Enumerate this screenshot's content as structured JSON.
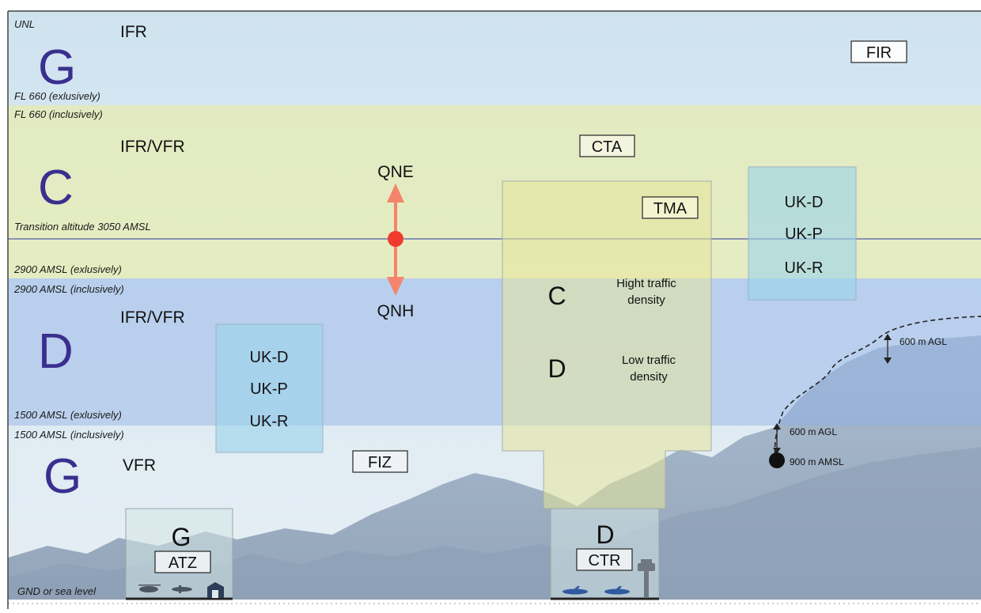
{
  "altitudes": {
    "unl": "UNL",
    "fl660_exclusive": "FL 660 (exlusively)",
    "fl660_inclusive": "FL 660 (inclusively)",
    "transition": "Transition altitude 3050 AMSL",
    "a2900_exclusive": "2900 AMSL (exlusively)",
    "a2900_inclusive": "2900 AMSL (inclusively)",
    "a1500_exclusive": "1500 AMSL (exlusively)",
    "a1500_inclusive": "1500 AMSL (inclusively)",
    "gnd": "GND or sea level"
  },
  "classes": {
    "top": {
      "letter": "G",
      "rules": "IFR"
    },
    "upper": {
      "letter": "C",
      "rules": "IFR/VFR"
    },
    "middle": {
      "letter": "D",
      "rules": "IFR/VFR"
    },
    "lower": {
      "letter": "G",
      "rules": "VFR"
    }
  },
  "labels": {
    "fir": "FIR",
    "cta": "CTA",
    "tma": "TMA",
    "fiz": "FIZ",
    "atz": "ATZ",
    "ctr": "CTR",
    "qne": "QNE",
    "qnh": "QNH"
  },
  "restricted_boxes": {
    "left": [
      "UK-D",
      "UK-P",
      "UK-R"
    ],
    "right": [
      "UK-D",
      "UK-P",
      "UK-R"
    ]
  },
  "tma_zone": {
    "upper_class": "C",
    "upper_desc_1": "Hight traffic",
    "upper_desc_2": "density",
    "lower_class": "D",
    "lower_desc_1": "Low traffic",
    "lower_desc_2": "density"
  },
  "atz_class": "G",
  "ctr_class": "D",
  "terrain": {
    "agl_top": "600 m AGL",
    "agl_low": "600 m AGL",
    "amsl_point": "900 m AMSL"
  },
  "colors": {
    "class_letter": "#3a2f8f",
    "qne_qnh_marker": "#ef3b2c",
    "arrow": "#f4846c",
    "transition_line": "#5560a8"
  }
}
